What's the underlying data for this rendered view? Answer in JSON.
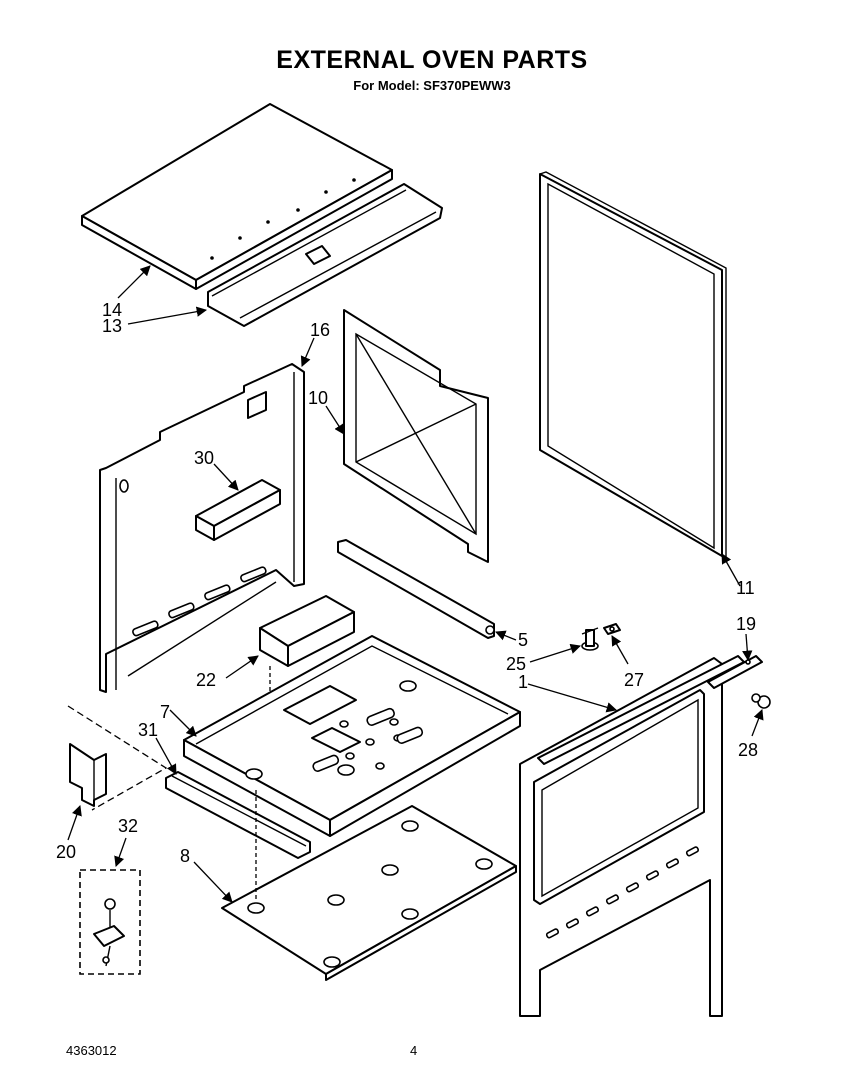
{
  "header": {
    "title": "EXTERNAL OVEN PARTS",
    "subtitle": "For Model: SF370PEWW3"
  },
  "footer": {
    "doc_number": "4363012",
    "page_number": "4"
  },
  "callouts": [
    "14",
    "13",
    "16",
    "10",
    "11",
    "30",
    "5",
    "25",
    "27",
    "19",
    "1",
    "22",
    "7",
    "31",
    "28",
    "20",
    "32",
    "8"
  ]
}
